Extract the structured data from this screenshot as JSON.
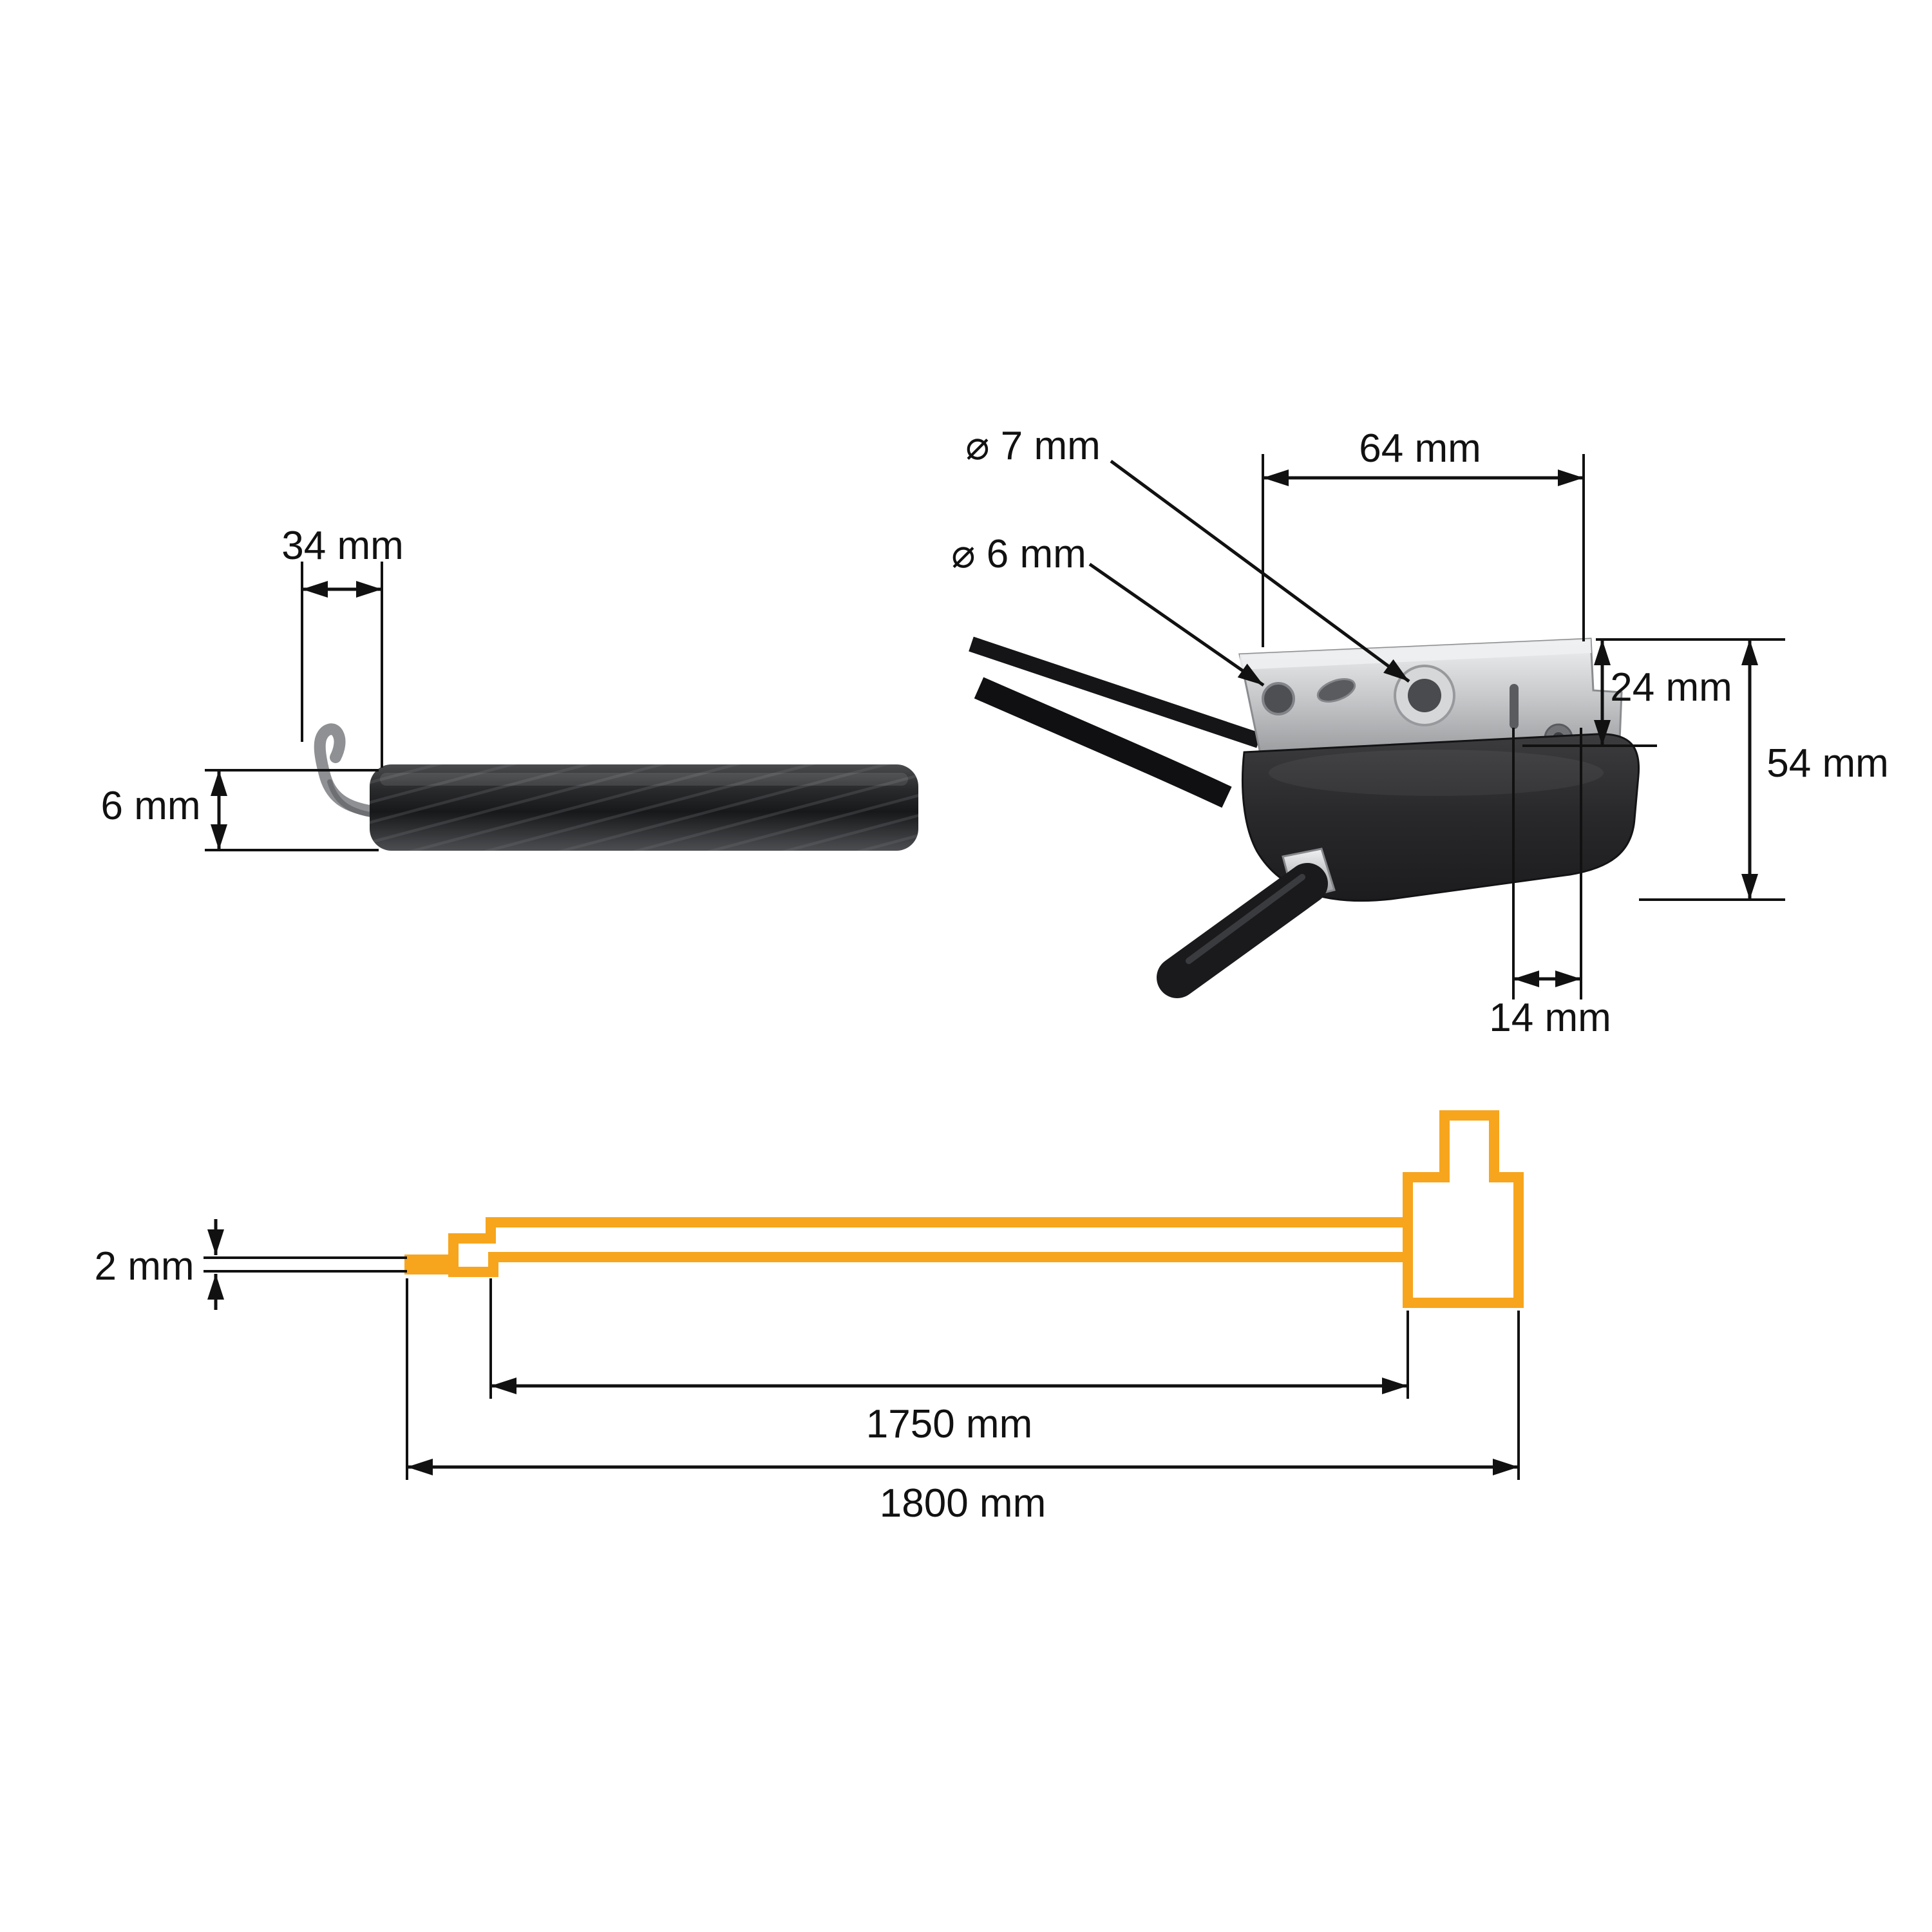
{
  "views": {
    "cable_end": {
      "hook_length": "34 mm",
      "sheath_diameter": "6 mm"
    },
    "handle": {
      "hole_large": "⌀ 7 mm",
      "hole_small": "⌀ 6 mm",
      "bracket_width": "64 mm",
      "top_to_hole": "24 mm",
      "bracket_height": "54 mm",
      "slot_offset": "14 mm"
    },
    "schematic": {
      "inner_cable_diameter": "2 mm",
      "sheath_length": "1750 mm",
      "total_length": "1800 mm"
    }
  },
  "colors": {
    "accent_orange": "#F7A51D",
    "dimension_line": "#111111",
    "cable_dark": "#242527",
    "metal_silver": "#c9cacc",
    "handle_black": "#2b2b2d"
  }
}
